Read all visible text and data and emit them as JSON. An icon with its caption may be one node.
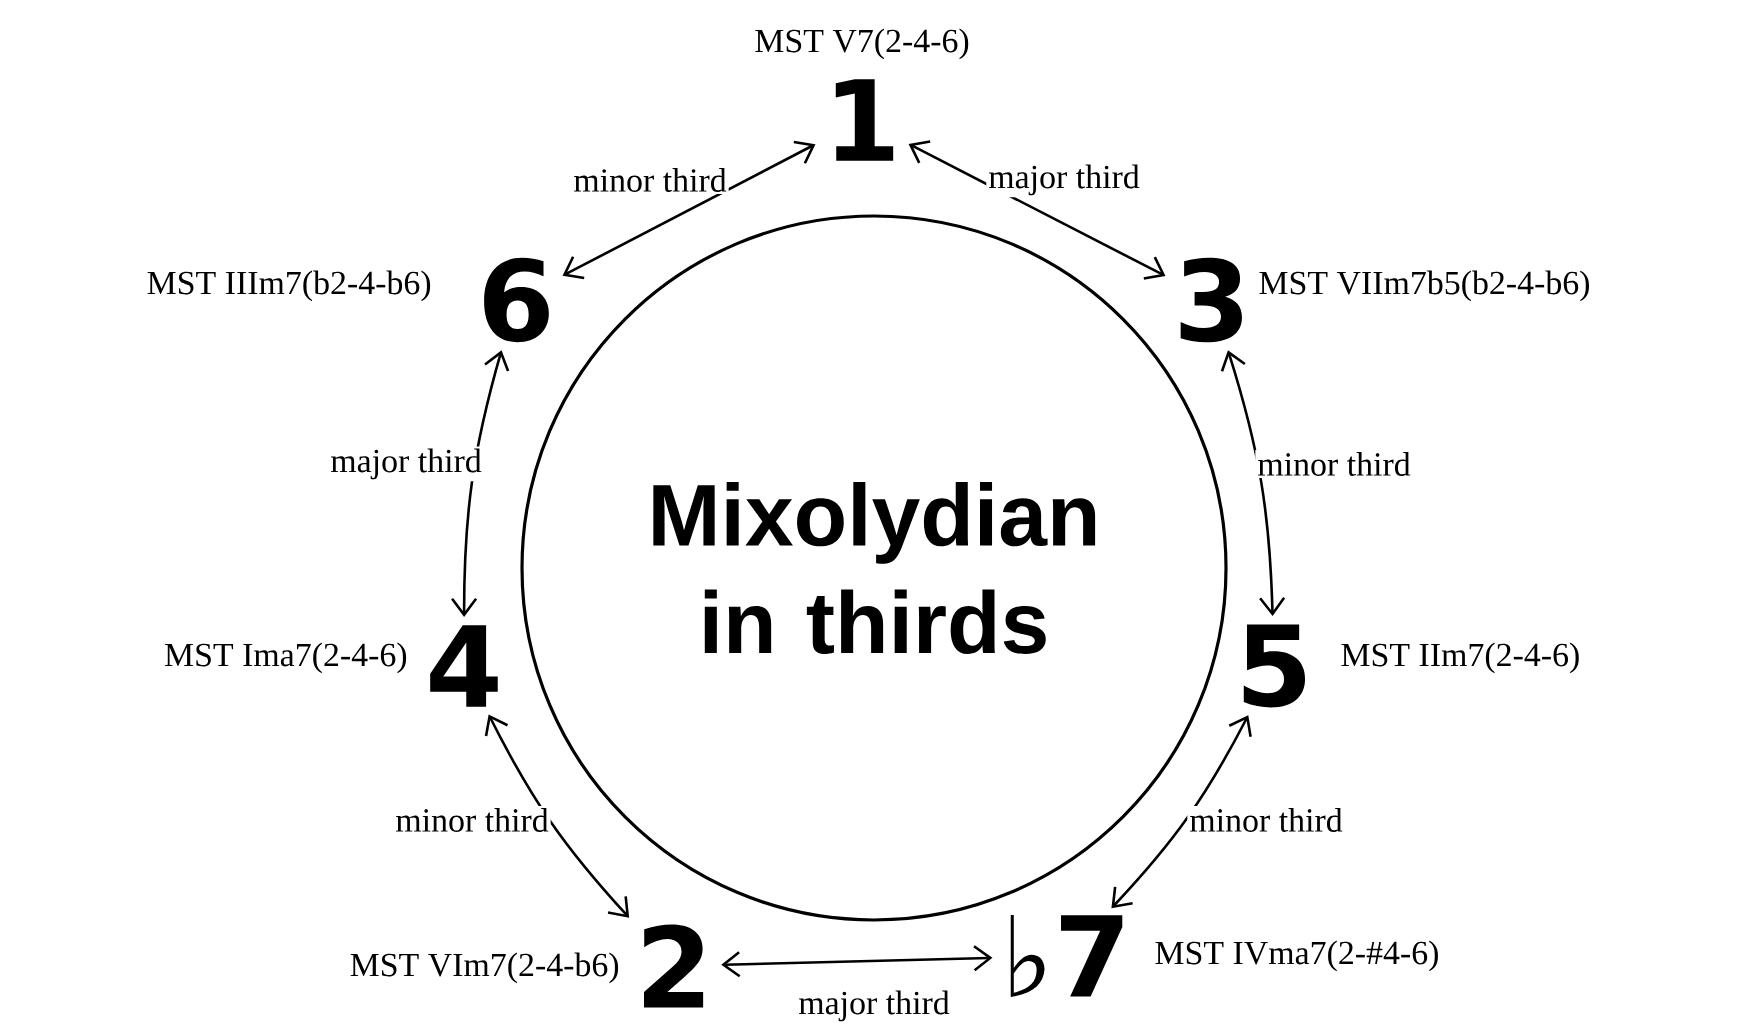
{
  "diagram": {
    "nodes": [
      {
        "text": [
          "Mixolydian in thirds"
        ]
      },
      {
        "text": [
          "1"
        ],
        "beside": [
          "MST V7(2-4-6)"
        ]
      },
      {
        "text": [
          "3"
        ],
        "beside": [
          "MST VIIm7b5(b2-4-b6)"
        ]
      },
      {
        "text": [
          "5"
        ],
        "beside": [
          "MST IIm7(2-4-6)"
        ]
      },
      {
        "text": [
          "♭7"
        ],
        "beside": [
          "MST IVma7(2-#4-6)"
        ]
      },
      {
        "text": [
          "2"
        ],
        "beside": [
          "MST VIm7(2-4-b6)"
        ]
      },
      {
        "text": [
          "4"
        ],
        "beside": [
          "MST Ima7(2-4-6)"
        ]
      },
      {
        "text": [
          "6"
        ],
        "beside": [
          "MST IIIm7(b2-4-b6)"
        ]
      }
    ],
    "edges": [
      {
        "from": 1,
        "to": 7,
        "arrow": "both",
        "label": "minor third"
      },
      {
        "from": 1,
        "to": 2,
        "arrow": "both",
        "label": "major third"
      },
      {
        "from": 2,
        "to": 3,
        "arrow": "both",
        "label": "minor third"
      },
      {
        "from": 3,
        "to": 4,
        "arrow": "both",
        "label": "minor third"
      },
      {
        "from": 4,
        "to": 5,
        "arrow": "both",
        "label": "major third"
      },
      {
        "from": 5,
        "to": 6,
        "arrow": "both",
        "label": "minor third"
      },
      {
        "from": 6,
        "to": 7,
        "arrow": "both",
        "label": "major third"
      }
    ]
  }
}
